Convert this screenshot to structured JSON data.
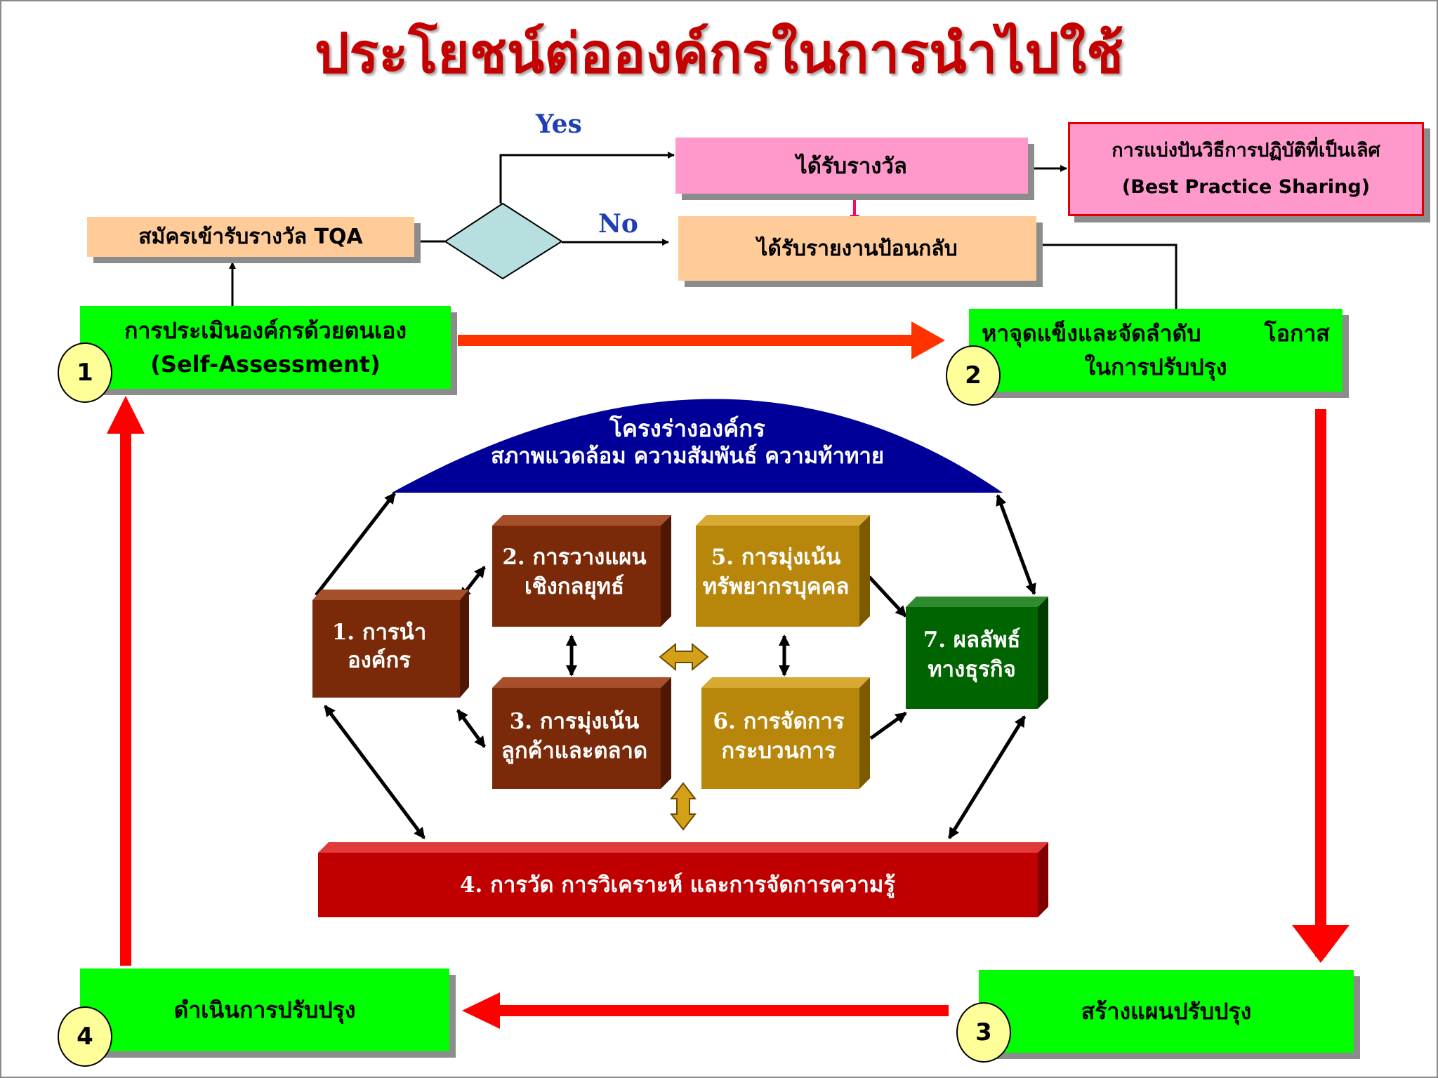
{
  "title": "ประโยชน์ต่อองค์กรในการนำไปใช้",
  "decision": {
    "yes": "Yes",
    "no": "No"
  },
  "boxes": {
    "apply": "สมัครเข้ารับรางวัล TQA",
    "award": "ได้รับรางวัล",
    "feedback": "ได้รับรายงานป้อนกลับ",
    "sharing_line1": "การแบ่งปันวิธีการปฏิบัติที่เป็นเลิศ",
    "sharing_line2": "(Best Practice Sharing)",
    "self_line1": "การประเมินองค์กรด้วยตนเอง",
    "self_line2": "(Self-Assessment)",
    "strength_line1a": "หาจุดแข็งและจัดลำดับ",
    "strength_line1b": "โอกาส",
    "strength_line2": "ในการปรับปรุง",
    "plan": "สร้างแผนปรับปรุง",
    "implement": "ดำเนินการปรับปรุง"
  },
  "steps": {
    "s1": "1",
    "s2": "2",
    "s3": "3",
    "s4": "4"
  },
  "framework": {
    "profile_line1": "โครงร่างองค์กร",
    "profile_line2": "สภาพแวดล้อม ความสัมพันธ์ ความท้าทาย",
    "c1_l1": "1. การนำ",
    "c1_l2": "องค์กร",
    "c2_l1": "2. การวางแผน",
    "c2_l2": "เชิงกลยุทธ์",
    "c3_l1": "3. การมุ่งเน้น",
    "c3_l2": "ลูกค้าและตลาด",
    "c4": "4. การวัด การวิเคราะห์ และการจัดการความรู้",
    "c5_l1": "5. การมุ่งเน้น",
    "c5_l2": "ทรัพยากรบุคคล",
    "c6_l1": "6. การจัดการ",
    "c6_l2": "กระบวนการ",
    "c7_l1": "7. ผลลัพธ์",
    "c7_l2": "ทางธุรกิจ"
  },
  "colors": {
    "title": "#c40000",
    "green": "#00ff00",
    "peach": "#ffcc99",
    "pink": "#ff99cc",
    "diamond": "#b7dfe0",
    "profile": "#000099",
    "brown": "#7a2a08",
    "gold": "#b8860b",
    "darkgreen": "#006400",
    "measure": "#c00000",
    "cycle_arrow": "#ff0000"
  }
}
